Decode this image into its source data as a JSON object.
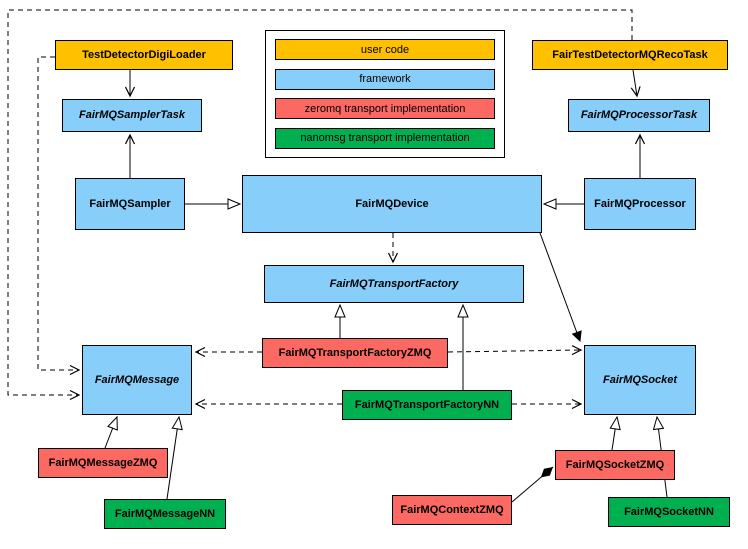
{
  "legend": {
    "items": [
      {
        "label": "user code",
        "category": "user_code"
      },
      {
        "label": "framework",
        "category": "framework"
      },
      {
        "label": "zeromq transport implementation",
        "category": "zeromq"
      },
      {
        "label": "nanomsg transport implementation",
        "category": "nanomsg"
      }
    ]
  },
  "colors": {
    "user_code": "#FFC000",
    "framework": "#87CEFA",
    "zeromq": "#FB6962",
    "nanomsg": "#00B050",
    "border": "#000000",
    "background": "#FFFFFF"
  },
  "nodes": [
    {
      "id": "TestDetectorDigiLoader",
      "label": "TestDetectorDigiLoader",
      "category": "user_code",
      "abstract": false
    },
    {
      "id": "FairTestDetectorMQRecoTask",
      "label": "FairTestDetectorMQRecoTask",
      "category": "user_code",
      "abstract": false
    },
    {
      "id": "FairMQSamplerTask",
      "label": "FairMQSamplerTask",
      "category": "framework",
      "abstract": true
    },
    {
      "id": "FairMQProcessorTask",
      "label": "FairMQProcessorTask",
      "category": "framework",
      "abstract": true
    },
    {
      "id": "FairMQSampler",
      "label": "FairMQSampler",
      "category": "framework",
      "abstract": false
    },
    {
      "id": "FairMQDevice",
      "label": "FairMQDevice",
      "category": "framework",
      "abstract": false
    },
    {
      "id": "FairMQProcessor",
      "label": "FairMQProcessor",
      "category": "framework",
      "abstract": false
    },
    {
      "id": "FairMQTransportFactory",
      "label": "FairMQTransportFactory",
      "category": "framework",
      "abstract": true
    },
    {
      "id": "FairMQTransportFactoryZMQ",
      "label": "FairMQTransportFactoryZMQ",
      "category": "zeromq",
      "abstract": false
    },
    {
      "id": "FairMQTransportFactoryNN",
      "label": "FairMQTransportFactoryNN",
      "category": "nanomsg",
      "abstract": false
    },
    {
      "id": "FairMQMessage",
      "label": "FairMQMessage",
      "category": "framework",
      "abstract": true
    },
    {
      "id": "FairMQSocket",
      "label": "FairMQSocket",
      "category": "framework",
      "abstract": true
    },
    {
      "id": "FairMQMessageZMQ",
      "label": "FairMQMessageZMQ",
      "category": "zeromq",
      "abstract": false
    },
    {
      "id": "FairMQMessageNN",
      "label": "FairMQMessageNN",
      "category": "nanomsg",
      "abstract": false
    },
    {
      "id": "FairMQContextZMQ",
      "label": "FairMQContextZMQ",
      "category": "zeromq",
      "abstract": false
    },
    {
      "id": "FairMQSocketZMQ",
      "label": "FairMQSocketZMQ",
      "category": "zeromq",
      "abstract": false
    },
    {
      "id": "FairMQSocketNN",
      "label": "FairMQSocketNN",
      "category": "nanomsg",
      "abstract": false
    }
  ],
  "edges": [
    {
      "from": "TestDetectorDigiLoader",
      "to": "FairMQSamplerTask",
      "kind": "arrow-solid"
    },
    {
      "from": "FairMQSampler",
      "to": "FairMQSamplerTask",
      "kind": "arrow-solid"
    },
    {
      "from": "FairTestDetectorMQRecoTask",
      "to": "FairMQProcessorTask",
      "kind": "arrow-solid"
    },
    {
      "from": "FairMQProcessor",
      "to": "FairMQProcessorTask",
      "kind": "arrow-solid"
    },
    {
      "from": "FairMQSampler",
      "to": "FairMQDevice",
      "kind": "generalization"
    },
    {
      "from": "FairMQProcessor",
      "to": "FairMQDevice",
      "kind": "generalization"
    },
    {
      "from": "FairMQDevice",
      "to": "FairMQTransportFactory",
      "kind": "dependency-dashed"
    },
    {
      "from": "FairMQDevice",
      "to": "FairMQSocket",
      "kind": "arrow-solid"
    },
    {
      "from": "FairMQTransportFactoryZMQ",
      "to": "FairMQTransportFactory",
      "kind": "generalization"
    },
    {
      "from": "FairMQTransportFactoryNN",
      "to": "FairMQTransportFactory",
      "kind": "generalization"
    },
    {
      "from": "FairMQTransportFactoryZMQ",
      "to": "FairMQMessage",
      "kind": "dependency-dashed"
    },
    {
      "from": "FairMQTransportFactoryZMQ",
      "to": "FairMQSocket",
      "kind": "dependency-dashed"
    },
    {
      "from": "FairMQTransportFactoryNN",
      "to": "FairMQMessage",
      "kind": "dependency-dashed"
    },
    {
      "from": "FairMQTransportFactoryNN",
      "to": "FairMQSocket",
      "kind": "dependency-dashed"
    },
    {
      "from": "FairMQMessageZMQ",
      "to": "FairMQMessage",
      "kind": "generalization"
    },
    {
      "from": "FairMQMessageNN",
      "to": "FairMQMessage",
      "kind": "generalization"
    },
    {
      "from": "FairMQSocketZMQ",
      "to": "FairMQSocket",
      "kind": "generalization"
    },
    {
      "from": "FairMQSocketNN",
      "to": "FairMQSocket",
      "kind": "generalization"
    },
    {
      "from": "FairMQContextZMQ",
      "to": "FairMQSocketZMQ",
      "kind": "composition"
    },
    {
      "from": "TestDetectorDigiLoader",
      "to": "FairMQMessage",
      "kind": "dependency-dashed"
    },
    {
      "from": "FairTestDetectorMQRecoTask",
      "to": "FairMQMessage",
      "kind": "dependency-dashed"
    }
  ]
}
